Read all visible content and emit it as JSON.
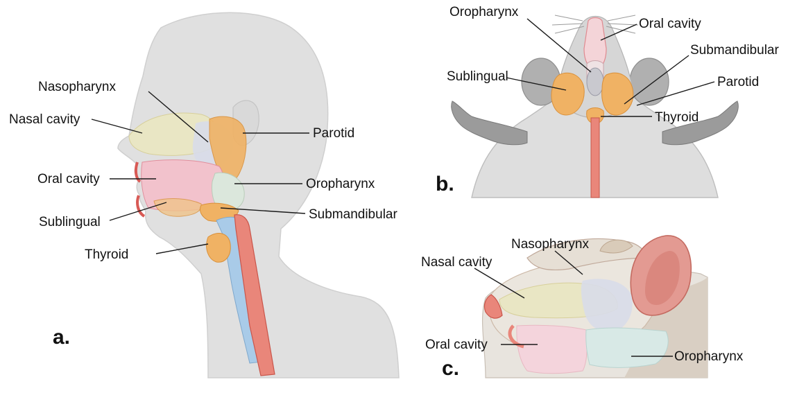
{
  "panels": {
    "a": {
      "tag": "a.",
      "labels": {
        "nasopharynx": "Nasopharynx",
        "nasal_cavity": "Nasal cavity",
        "oral_cavity": "Oral cavity",
        "sublingual": "Sublingual",
        "thyroid": "Thyroid",
        "parotid": "Parotid",
        "oropharynx": "Oropharynx",
        "submandibular": "Submandibular"
      }
    },
    "b": {
      "tag": "b.",
      "labels": {
        "oropharynx": "Oropharynx",
        "oral_cavity": "Oral cavity",
        "submandibular": "Submandibular",
        "sublingual": "Sublingual",
        "parotid": "Parotid",
        "thyroid": "Thyroid"
      }
    },
    "c": {
      "tag": "c.",
      "labels": {
        "nasopharynx": "Nasopharynx",
        "nasal_cavity": "Nasal cavity",
        "oral_cavity": "Oral cavity",
        "oropharynx": "Oropharynx"
      }
    }
  },
  "colors": {
    "silhouette": "#e0e0e0",
    "silhouette_edge": "#cfcfcf",
    "gland": "#f0b264",
    "gland_edge": "#d9903a",
    "nasal": "#e9e6c4",
    "oral": "#f2c2cc",
    "pharynx": "#d8dce9",
    "oropharynx": "#dbe7dc",
    "tissue": "#e9867a",
    "tissue_dark": "#c9554a",
    "trachea_blue": "#a9cbe8"
  }
}
